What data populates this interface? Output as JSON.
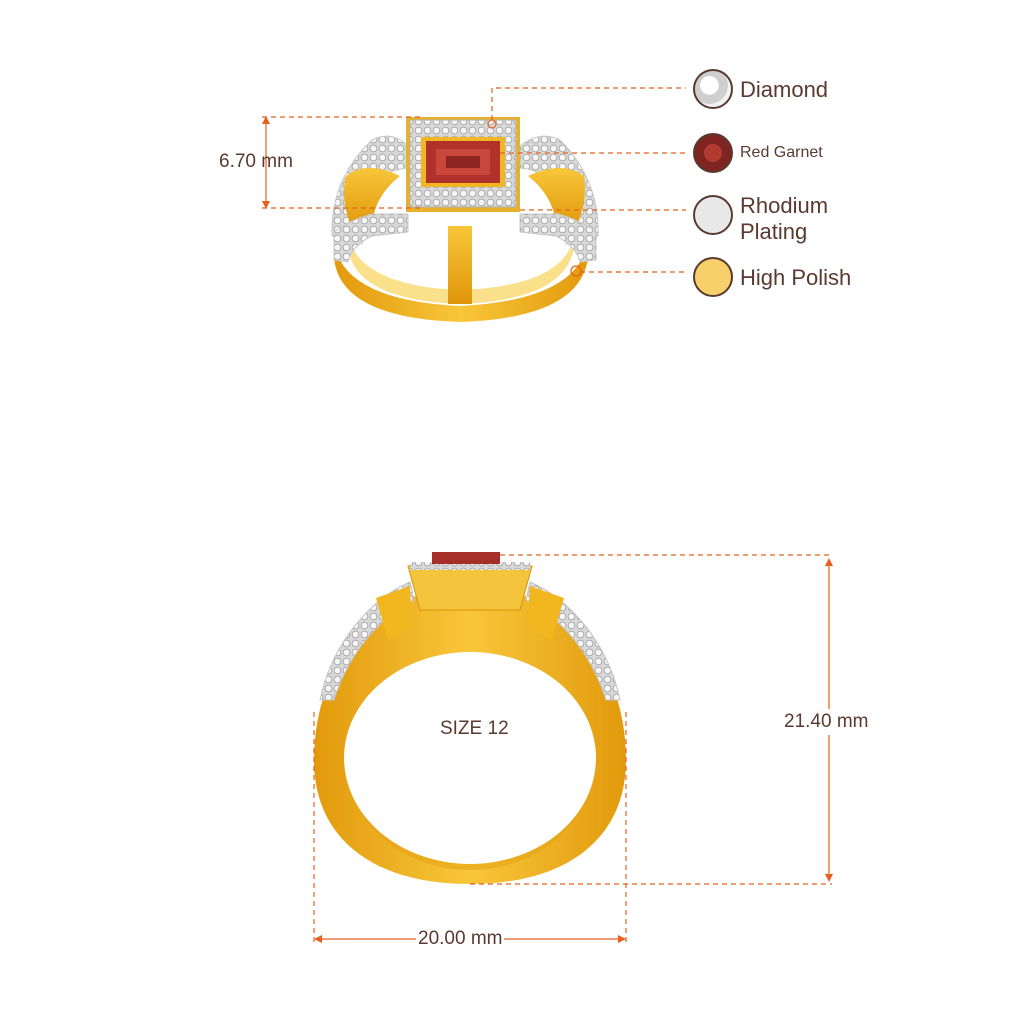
{
  "legend": {
    "items": [
      {
        "label": "Diamond",
        "icon": "diamond-icon",
        "fill": "#f4f4f4",
        "size": "lg"
      },
      {
        "label": "Red Garnet",
        "icon": "red-garnet-icon",
        "fill": "#8e2a27",
        "size": "sm"
      },
      {
        "label": "Rhodium Plating",
        "label_line1": "Rhodium",
        "label_line2": "Plating",
        "icon": "rhodium-plating-icon",
        "fill": "#e8e8e8",
        "size": "lg"
      },
      {
        "label": "High Polish",
        "icon": "high-polish-icon",
        "fill": "#f7cf6b",
        "size": "lg"
      }
    ]
  },
  "dimensions": {
    "height": "6.70 mm",
    "total_height": "21.40 mm",
    "width": "20.00 mm"
  },
  "ring_size": "SIZE 12",
  "colors": {
    "accent": "#e8611c",
    "text": "#5a3a2e",
    "gold": "#f2b61f",
    "gold_dark": "#d9930a",
    "garnet": "#b0322b"
  }
}
